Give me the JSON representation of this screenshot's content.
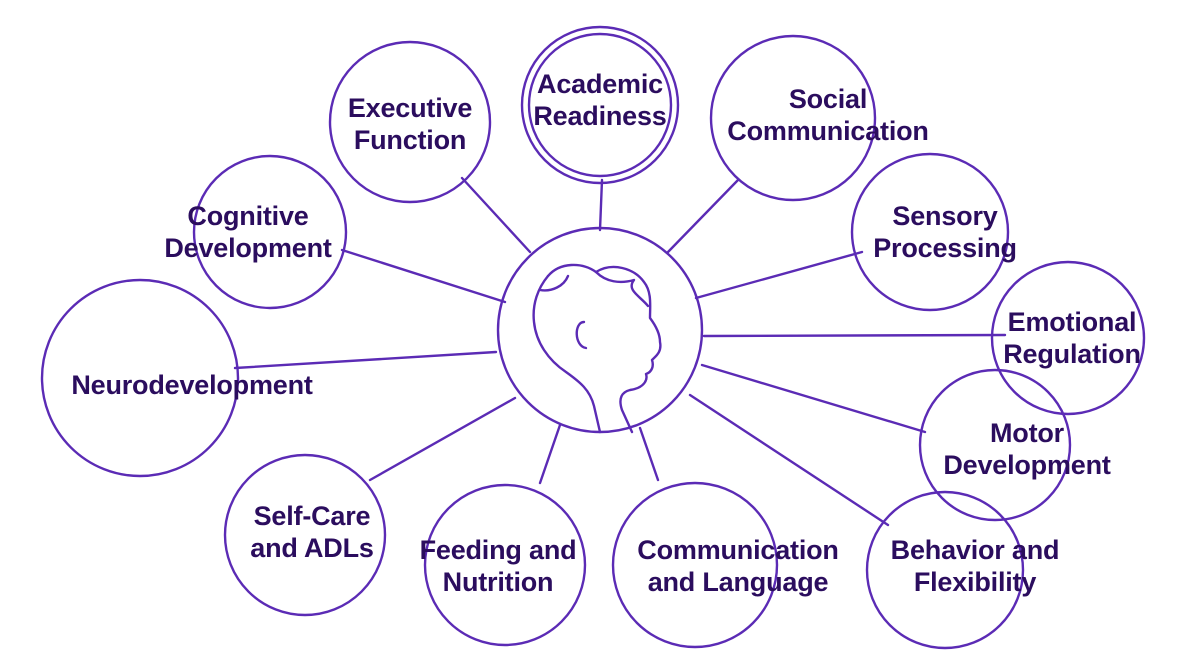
{
  "colors": {
    "accent": "#5b2bb5",
    "text": "#2b0d5e",
    "background": "#ffffff"
  },
  "center": {
    "icon": "child-head-profile-icon"
  },
  "topics": [
    {
      "key": "academic-readiness",
      "label": "Academic\nReadiness"
    },
    {
      "key": "executive-function",
      "label": "Executive\nFunction"
    },
    {
      "key": "social-communication",
      "label": "Social\nCommunication"
    },
    {
      "key": "cognitive-development",
      "label": "Cognitive\nDevelopment"
    },
    {
      "key": "sensory-processing",
      "label": "Sensory\nProcessing"
    },
    {
      "key": "emotional-regulation",
      "label": "Emotional\nRegulation"
    },
    {
      "key": "neurodevelopment",
      "label": "Neurodevelopment"
    },
    {
      "key": "motor-development",
      "label": "Motor\nDevelopment"
    },
    {
      "key": "self-care-adls",
      "label": "Self-Care\nand ADLs"
    },
    {
      "key": "feeding-nutrition",
      "label": "Feeding and\nNutrition"
    },
    {
      "key": "communication-language",
      "label": "Communication\nand Language"
    },
    {
      "key": "behavior-flexibility",
      "label": "Behavior and\nFlexibility"
    }
  ]
}
